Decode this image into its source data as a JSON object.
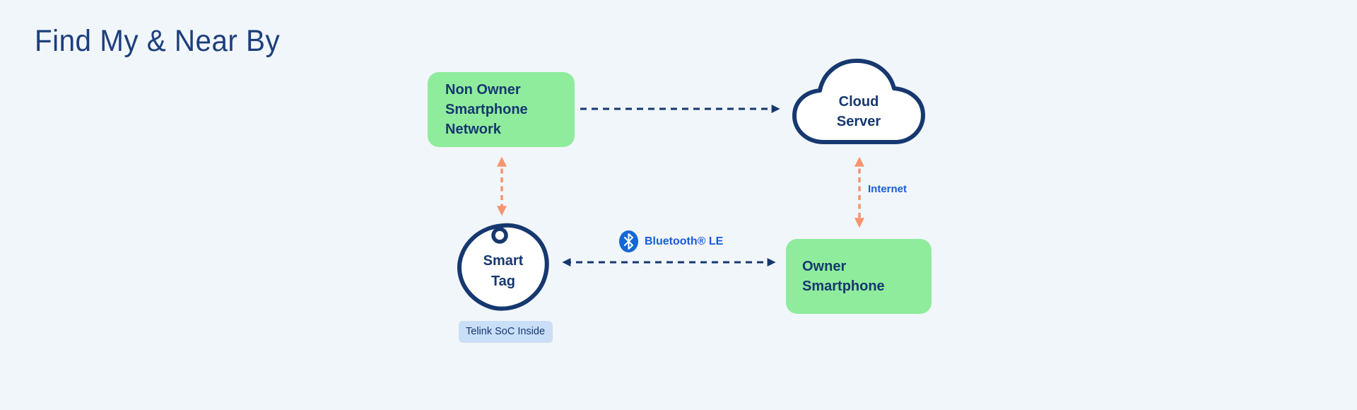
{
  "title": "Find My & Near By",
  "nodes": {
    "non_owner_network": {
      "label": "Non Owner\nSmartphone\nNetwork"
    },
    "cloud_server": {
      "label": "Cloud\nServer"
    },
    "smart_tag": {
      "label": "Smart\nTag"
    },
    "owner_smartphone": {
      "label": "Owner\nSmartphone"
    }
  },
  "badges": {
    "telink": "Telink SoC Inside"
  },
  "links": {
    "smart_tag_to_owner": {
      "label": "Bluetooth® LE",
      "style": "dashed",
      "arrows": "both",
      "color": "#16386F"
    },
    "non_owner_to_cloud": {
      "style": "dashed",
      "arrows": "right",
      "color": "#16386F"
    },
    "cloud_to_owner": {
      "label": "Internet",
      "style": "dashed",
      "arrows": "both",
      "color": "#F6946F"
    },
    "non_owner_to_smart_tag": {
      "style": "dashed",
      "arrows": "both",
      "color": "#F6946F"
    }
  },
  "colors": {
    "background": "#F1F6FA",
    "node_green": "#8FEC9D",
    "navy": "#16386F",
    "title_navy": "#1C3F7C",
    "link_text_blue": "#1A5CD6",
    "orange": "#F6946F",
    "badge_blue": "#C9DFF8",
    "bluetooth_icon_blue": "#1467D5"
  }
}
